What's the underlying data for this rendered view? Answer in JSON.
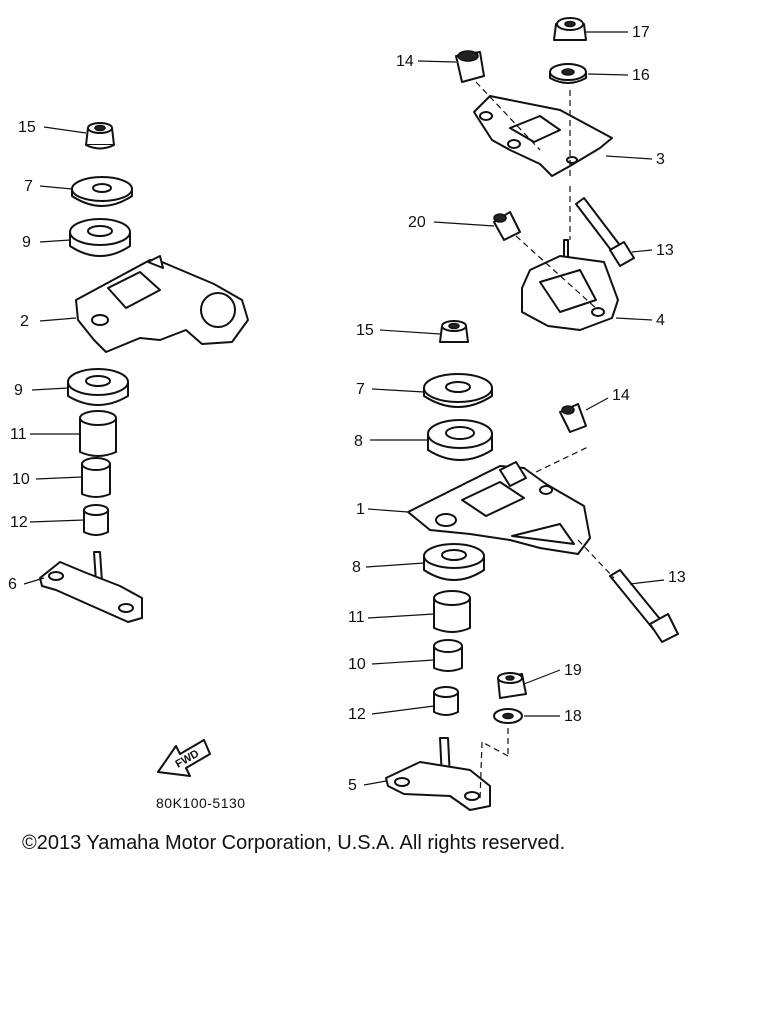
{
  "diagram": {
    "part_code": "80K100-5130",
    "fwd_label": "FWD",
    "callouts": {
      "left": [
        "15",
        "7",
        "9",
        "2",
        "9",
        "11",
        "10",
        "12",
        "6"
      ],
      "right": [
        "14",
        "17",
        "16",
        "3",
        "20",
        "13",
        "4",
        "15",
        "7",
        "14",
        "8",
        "1",
        "8",
        "13",
        "11",
        "10",
        "19",
        "12",
        "18",
        "5"
      ]
    }
  },
  "footer": {
    "copyright": "©2013 Yamaha Motor Corporation, U.S.A. All rights reserved."
  }
}
